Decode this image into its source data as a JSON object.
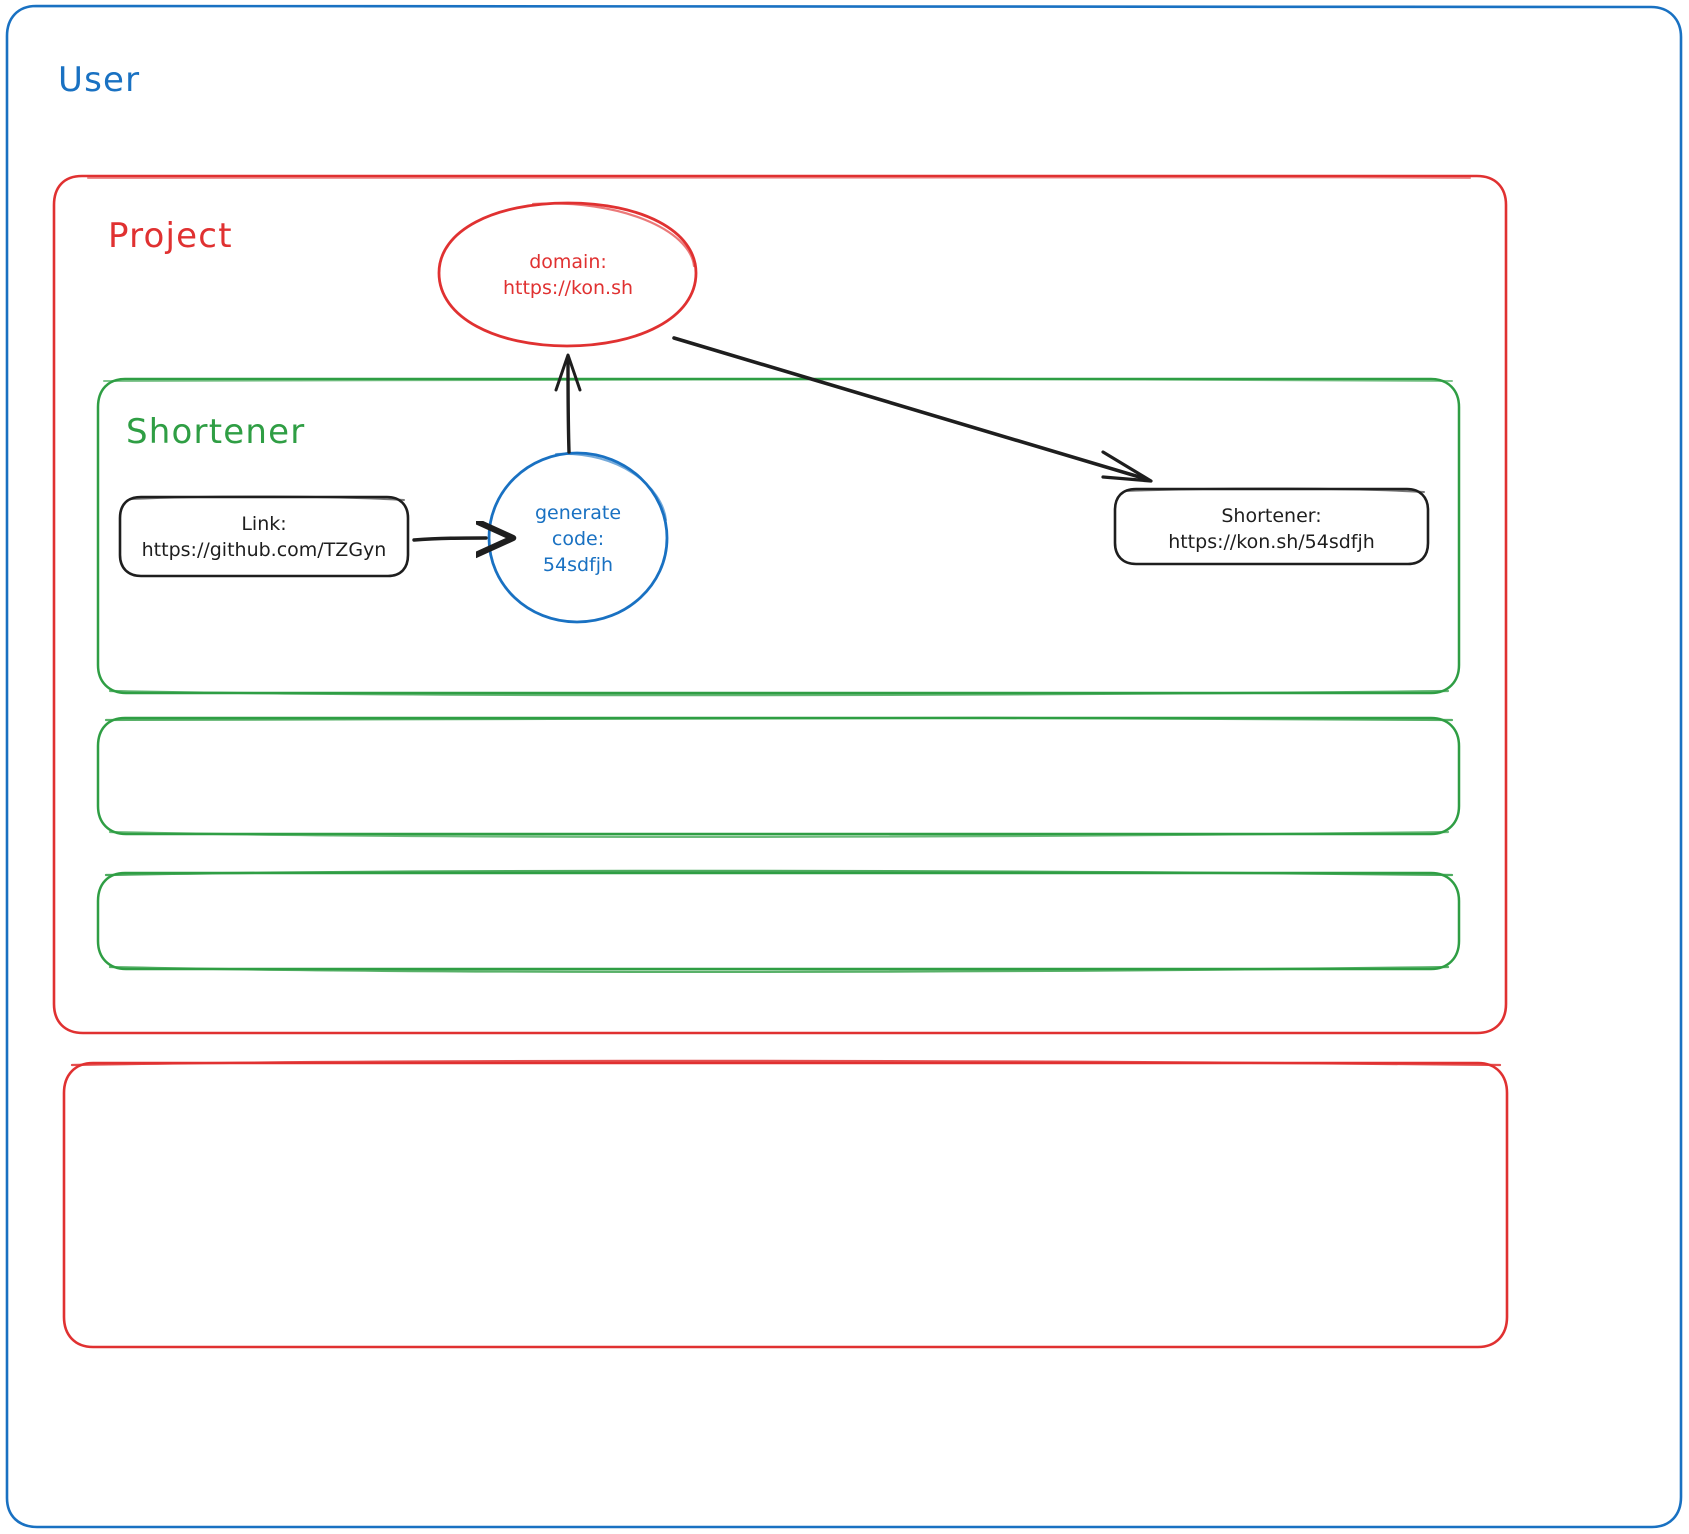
{
  "diagram": {
    "title_style": "hand-drawn whiteboard sketch",
    "background": "#ffffff",
    "colors": {
      "user_blue": "#1971c2",
      "project_red": "#e03131",
      "shortener_green": "#2f9e44",
      "node_black": "#1e1e1e"
    },
    "groups": {
      "user": {
        "label": "User",
        "color": "#1971c2"
      },
      "project": {
        "label": "Project",
        "color": "#e03131"
      },
      "shortener": {
        "label": "Shortener",
        "color": "#2f9e44"
      }
    },
    "nodes": {
      "link_box": {
        "line1": "Link:",
        "line2": "https://github.com/TZGyn",
        "shape": "rounded-rect",
        "color": "#1e1e1e"
      },
      "generate_circle": {
        "line1": "generate",
        "line2": "code:",
        "line3": "54sdfjh",
        "shape": "ellipse",
        "color": "#1971c2"
      },
      "domain_ellipse": {
        "line1": "domain:",
        "line2": "https://kon.sh",
        "shape": "ellipse",
        "color": "#e03131"
      },
      "shortener_result": {
        "line1": "Shortener:",
        "line2": "https://kon.sh/54sdfjh",
        "shape": "rounded-rect",
        "color": "#1e1e1e"
      }
    },
    "empty_containers": {
      "green_empty_1": "",
      "green_empty_2": "",
      "red_empty_1": ""
    },
    "arrows": [
      {
        "name": "link-to-generate",
        "from": "link_box",
        "to": "generate_circle",
        "label": ""
      },
      {
        "name": "generate-to-domain",
        "from": "generate_circle",
        "to": "domain_ellipse",
        "label": ""
      },
      {
        "name": "domain-to-shortener-result",
        "from": "domain_ellipse",
        "to": "shortener_result",
        "label": ""
      }
    ]
  }
}
